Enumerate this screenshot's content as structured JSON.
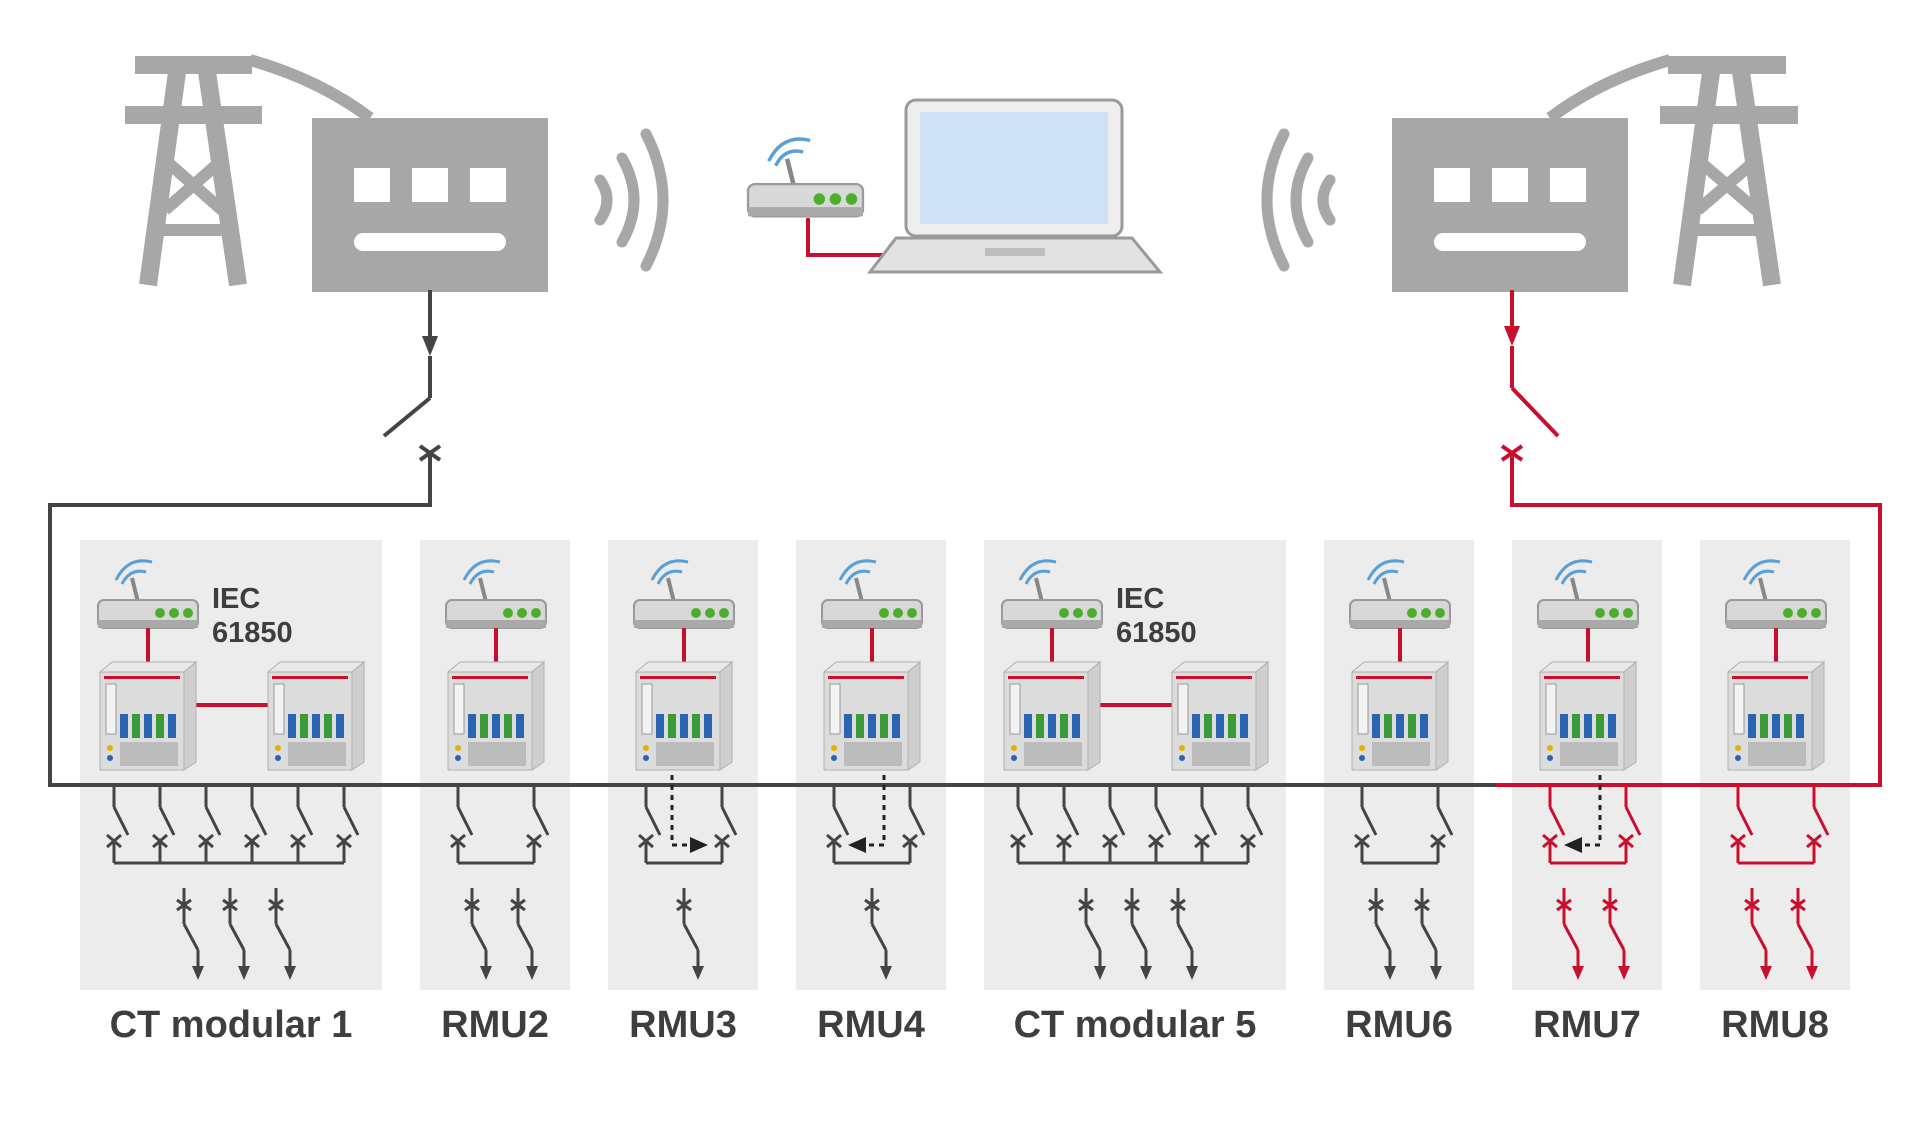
{
  "colors": {
    "icon_gray": "#a7a7a7",
    "line_dark": "#444444",
    "line_red": "#c8102e",
    "panel_bg": "#ececec",
    "led_green": "#4caf2a",
    "wifi_blue": "#5aa0d6",
    "screen_blue": "#cfe2f5"
  },
  "icons": {
    "left_tower": "transmission-tower-icon",
    "right_tower": "transmission-tower-icon",
    "left_substation": "substation-rtu-icon",
    "right_substation": "substation-rtu-icon",
    "central_router": "wireless-router-icon",
    "laptop": "laptop-icon",
    "panel_router": "wireless-router-icon",
    "panel_device": "protection-relay-icon"
  },
  "panels": [
    {
      "label": "CT modular 1",
      "iec": [
        "IEC",
        "61850"
      ],
      "highlight": false
    },
    {
      "label": "RMU2",
      "highlight": false
    },
    {
      "label": "RMU3",
      "highlight": false
    },
    {
      "label": "RMU4",
      "highlight": false
    },
    {
      "label": "CT modular 5",
      "iec": [
        "IEC",
        "61850"
      ],
      "highlight": false
    },
    {
      "label": "RMU6",
      "highlight": false
    },
    {
      "label": "RMU7",
      "highlight": true
    },
    {
      "label": "RMU8",
      "highlight": true
    }
  ]
}
